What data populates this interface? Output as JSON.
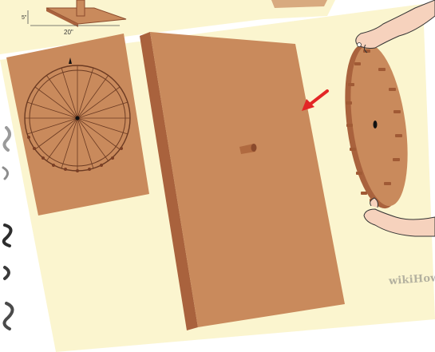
{
  "top_figure": {
    "dimension_small": "5\"",
    "dimension_width": "20\""
  },
  "watermark": "wikiHow",
  "colors": {
    "wood": "#c98a5c",
    "wood_edge": "#a9623d",
    "wood_dark": "#8a4a2c",
    "paper": "#fbf5cf",
    "arrow": "#e32626",
    "skin": "#f6d2bd"
  },
  "icons": [
    "red-arrow-icon",
    "spinner-wheel-diagram",
    "hand-top",
    "hand-bottom"
  ]
}
